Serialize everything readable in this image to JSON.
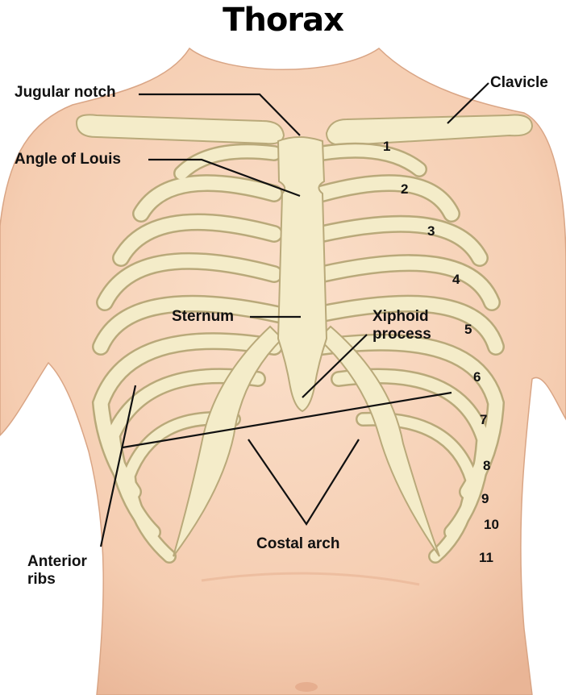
{
  "title": "Thorax",
  "labels": {
    "jugular_notch": "Jugular notch",
    "clavicle": "Clavicle",
    "angle_of_louis": "Angle of Louis",
    "sternum": "Sternum",
    "xiphoid_process": "Xiphoid\nprocess",
    "anterior_ribs": "Anterior\nribs",
    "costal_arch": "Costal arch"
  },
  "rib_numbers": [
    "1",
    "2",
    "3",
    "4",
    "5",
    "6",
    "7",
    "8",
    "9",
    "10",
    "11"
  ],
  "colors": {
    "skin": "#f7d2b8",
    "skin_shadow": "#e8b497",
    "bone": "#f4ecc9",
    "bone_outline": "#b9a97a",
    "leader_line": "#111111"
  }
}
